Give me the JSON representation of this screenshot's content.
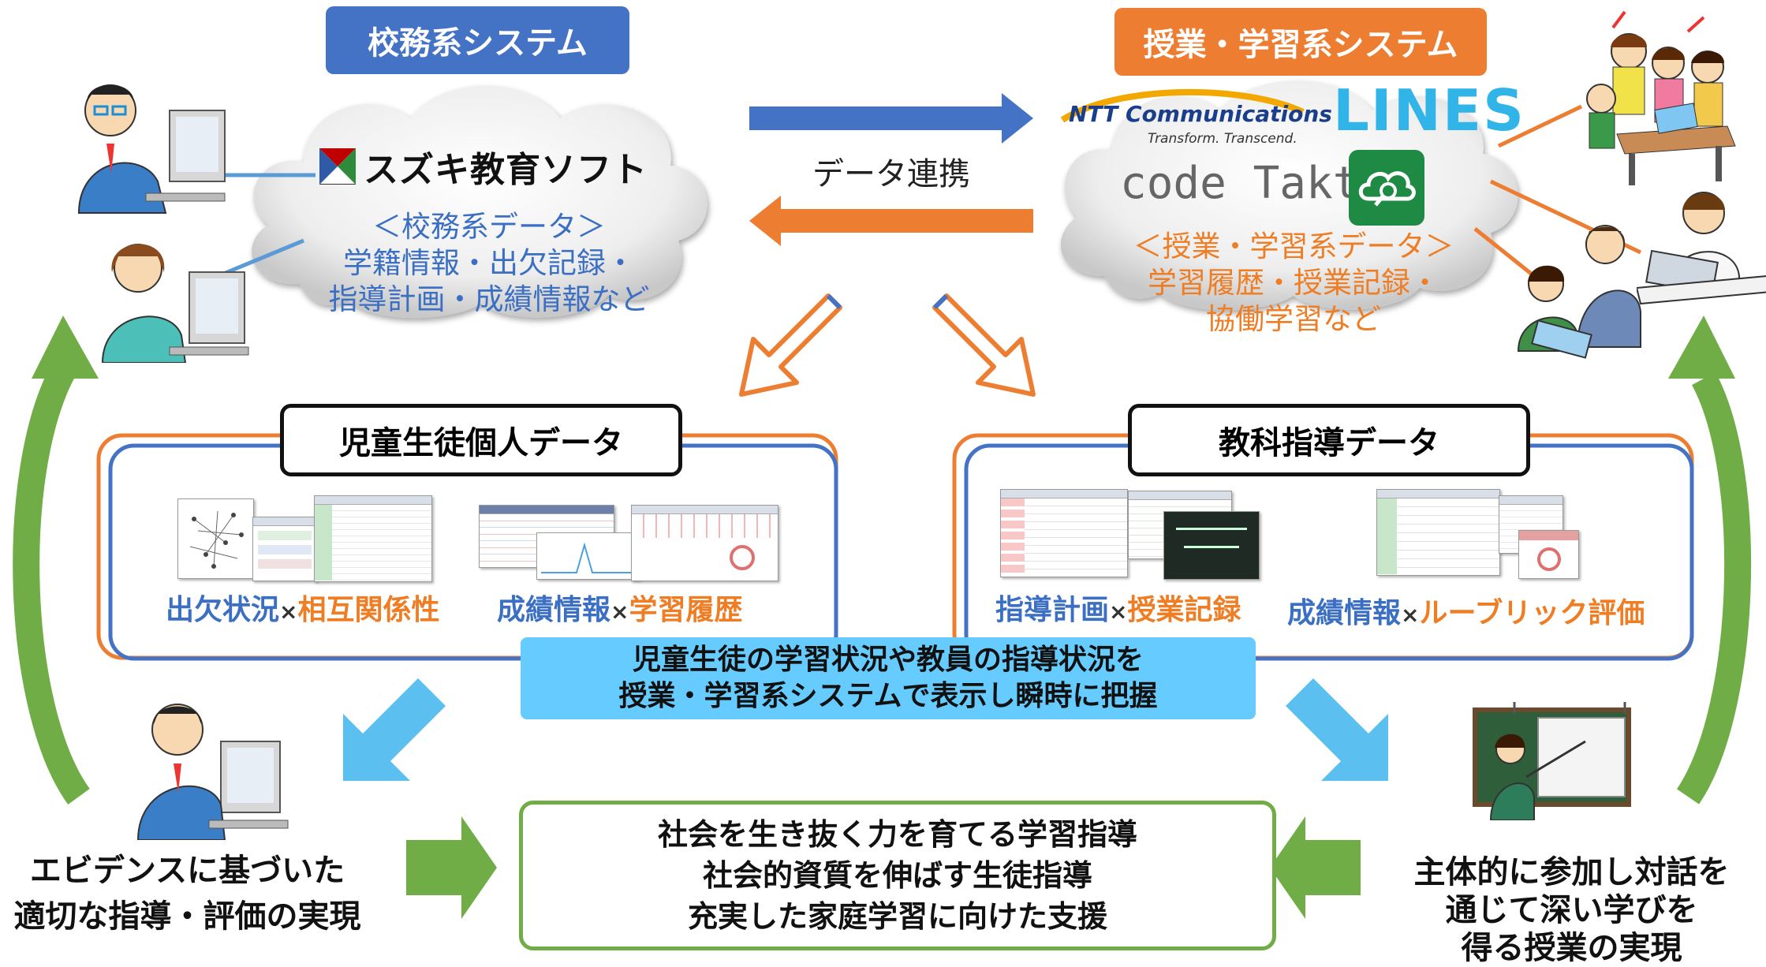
{
  "school_system_label": "校務系システム",
  "learning_system_label": "授業・学習系システム",
  "data_link_label": "データ連携",
  "suzuki_logo": "スズキ教育ソフト",
  "school_data": {
    "title": "＜校務系データ＞",
    "line1": "学籍情報・出欠記録・",
    "line2": "指導計画・成績情報など"
  },
  "learning_data": {
    "title": "＜授業・学習系データ＞",
    "line1": "学習履歴・授業記録・",
    "line2": "協働学習など"
  },
  "partner_logos": {
    "ntt": "NTT Communications",
    "ntt_tagline": "Transform. Transcend.",
    "lines": "LINES",
    "codetakt": "code Takt"
  },
  "left_panel": {
    "title": "児童生徒個人データ",
    "caption1_a": "出欠状況",
    "caption1_b": "相互関係性",
    "caption2_a": "成績情報",
    "caption2_b": "学習履歴"
  },
  "right_panel": {
    "title": "教科指導データ",
    "caption1_a": "指導計画",
    "caption1_b": "授業記録",
    "caption2_a": "成績情報",
    "caption2_b": "ルーブリック評価"
  },
  "times_symbol": "×",
  "center_banner": {
    "line1": "児童生徒の学習状況や教員の指導状況を",
    "line2": "授業・学習系システムで表示し瞬時に把握"
  },
  "goals": {
    "line1": "社会を生き抜く力を育てる学習指導",
    "line2": "社会的資質を伸ばす生徒指導",
    "line3": "充実した家庭学習に向けた支援"
  },
  "left_outcome": {
    "line1": "エビデンスに基づいた",
    "line2": "適切な指導・評価の実現"
  },
  "right_outcome": {
    "line1": "主体的に参加し対話を",
    "line2": "通じて深い学びを",
    "line3": "得る授業の実現"
  },
  "colors": {
    "blue": "#4472c4",
    "orange": "#ed7d31",
    "green": "#70ad47",
    "light_blue": "#5bc0f0",
    "banner": "#66ccff"
  }
}
